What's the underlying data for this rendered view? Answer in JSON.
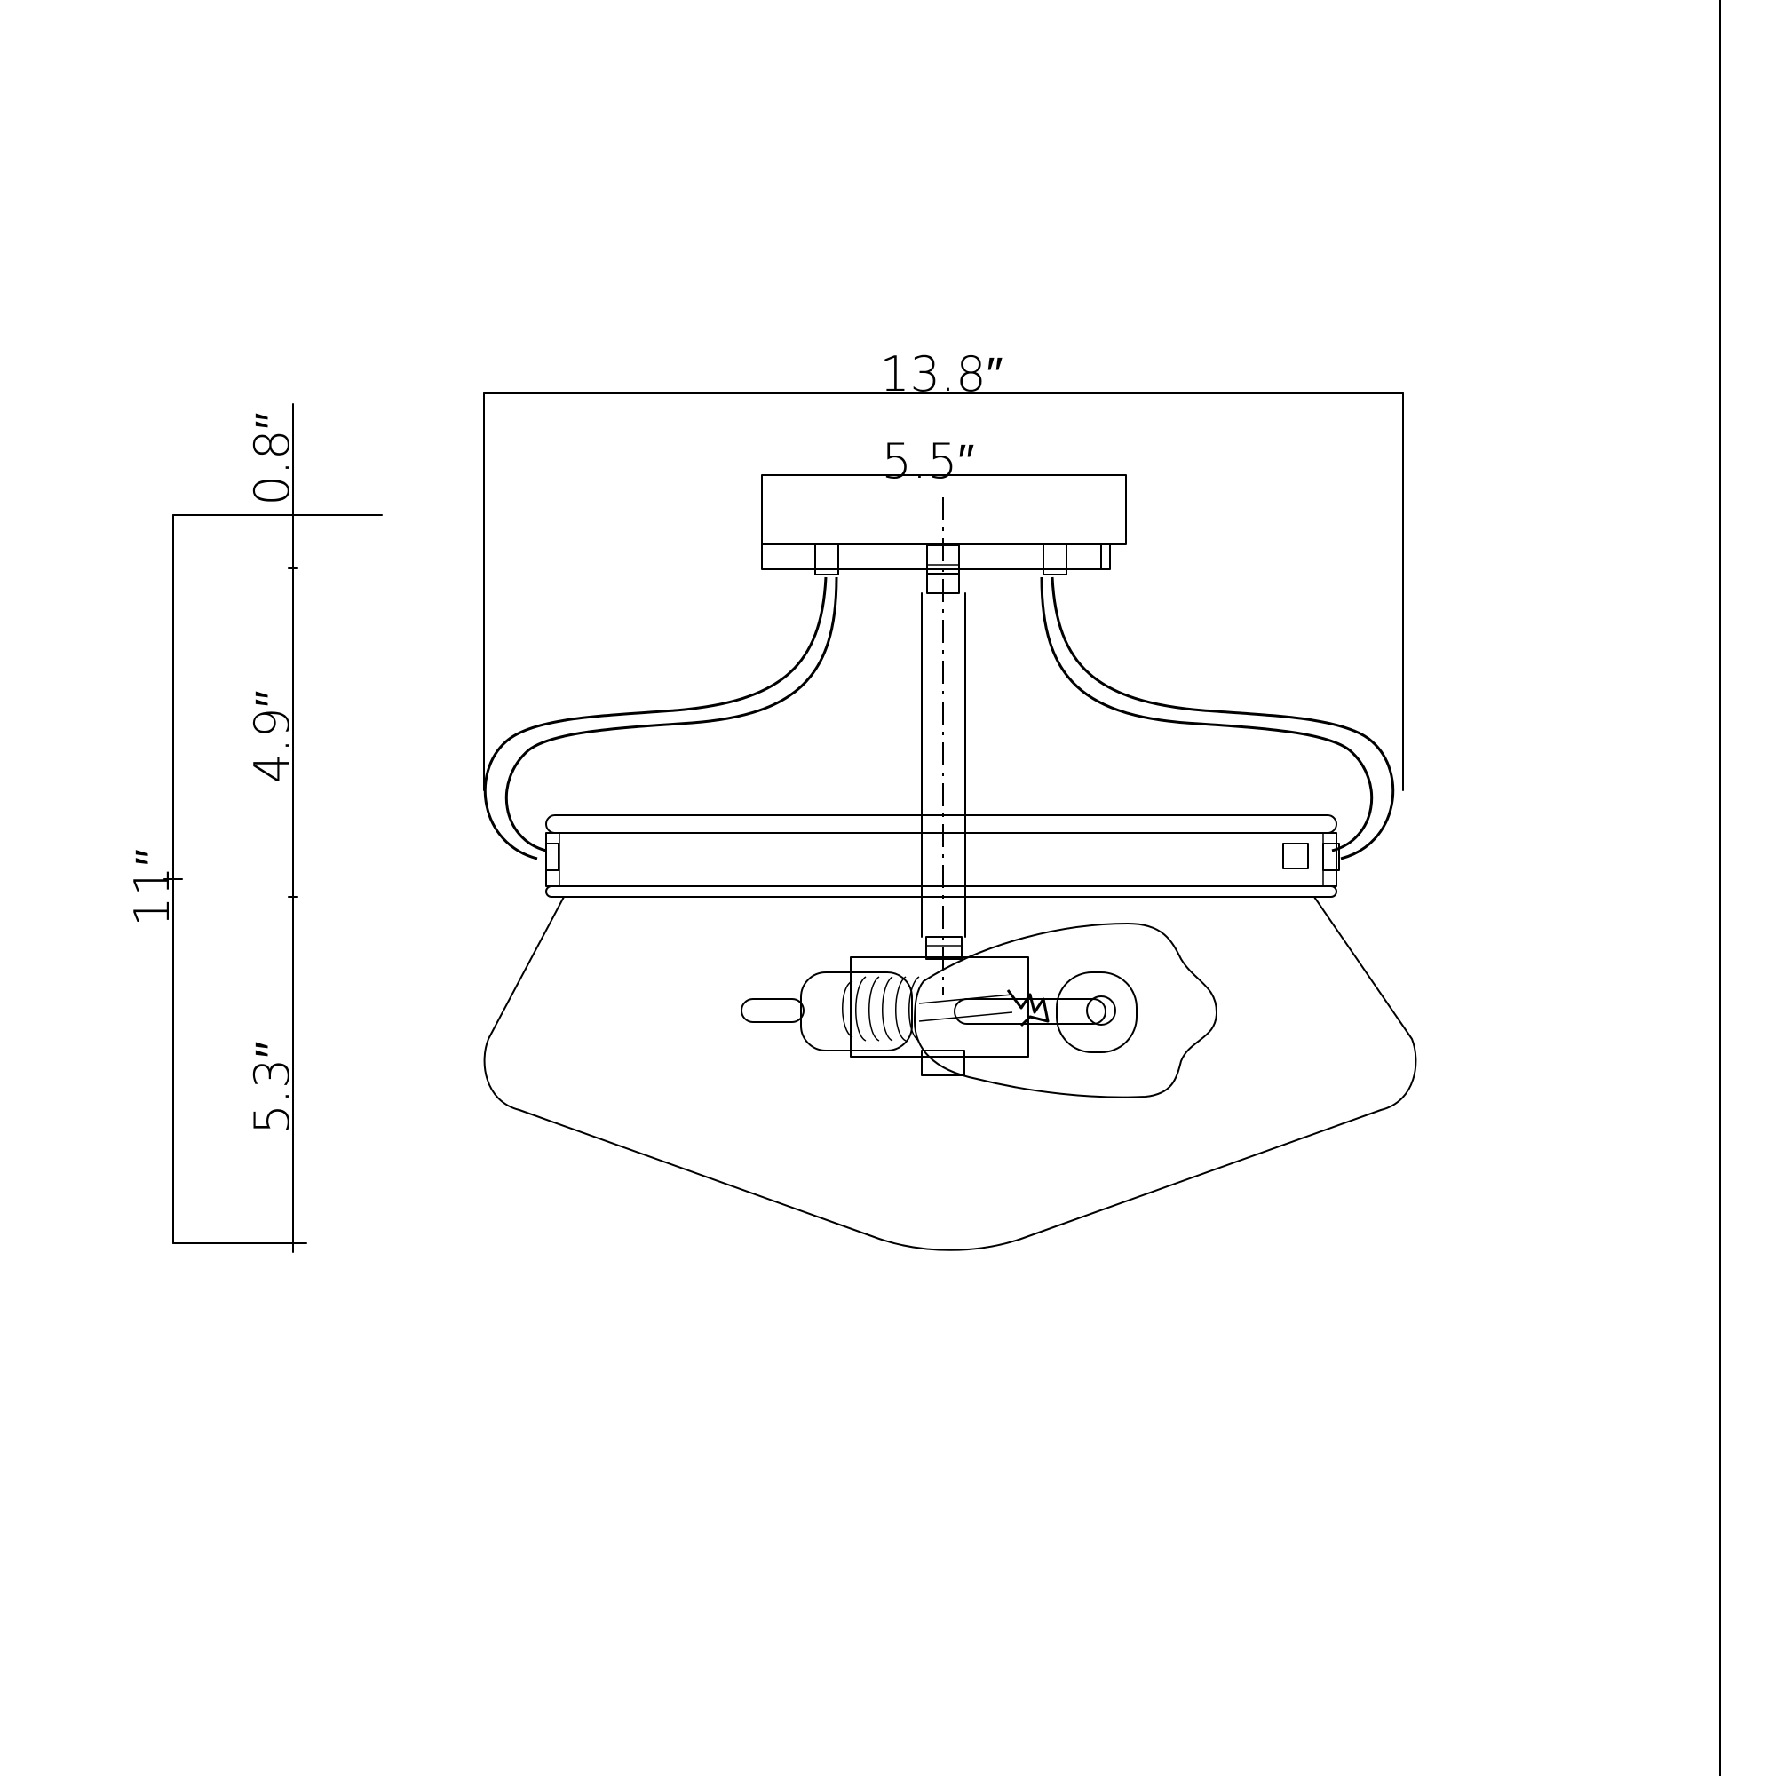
{
  "dimensions": {
    "overall_width": "13.8″",
    "canopy_width": "5.5″",
    "canopy_height": "0.8″",
    "upper_height": "4.9″",
    "overall_height": "11″",
    "shade_height": "5.3″"
  }
}
